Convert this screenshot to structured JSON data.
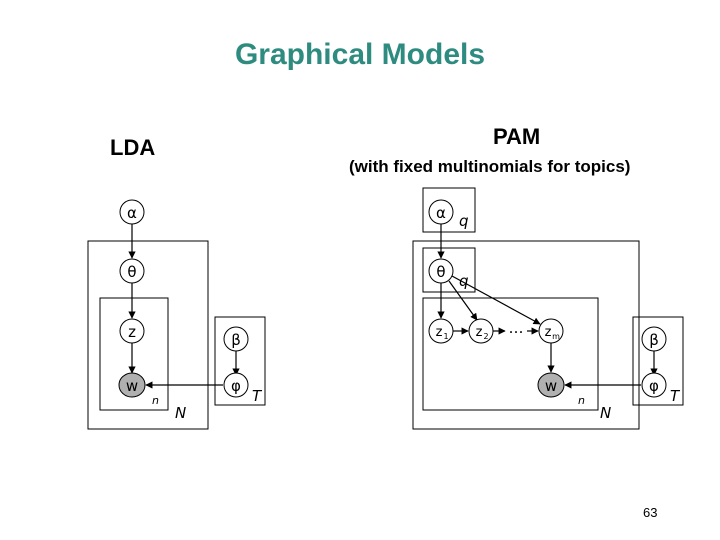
{
  "slide": {
    "title": "Graphical Models",
    "page_number": "63"
  },
  "lda": {
    "heading": "LDA",
    "nodes": {
      "alpha": "α",
      "theta": "θ",
      "z": "z",
      "w": "w",
      "beta": "β",
      "phi": "φ"
    },
    "plates": {
      "words": "n",
      "docs": "N",
      "topics": "T"
    }
  },
  "pam": {
    "heading": "PAM",
    "subheading": "(with fixed multinomials for topics)",
    "nodes": {
      "alpha": "α",
      "theta": "θ",
      "z1": "z",
      "z1_sub": "1",
      "z2": "z",
      "z2_sub": "2",
      "dots": "…",
      "zm": "z",
      "zm_sub": "m",
      "w": "w",
      "beta": "β",
      "phi": "φ"
    },
    "plates": {
      "alpha_q": "q",
      "theta_q": "q",
      "words": "n",
      "docs": "N",
      "topics": "T"
    }
  },
  "colors": {
    "title": "#2e8b7f",
    "node_fill": "#ffffff",
    "observed_fill": "#b0b0b0",
    "edge": "#000000"
  }
}
